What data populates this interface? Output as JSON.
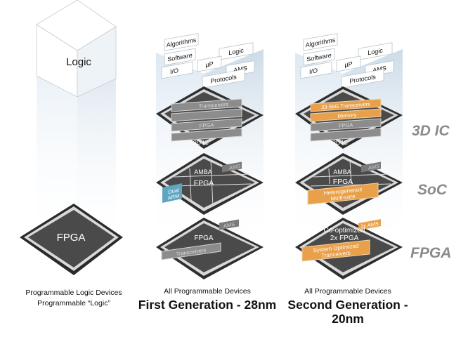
{
  "colors": {
    "chip_dark": "#4a4a4a",
    "chip_frame": "#dcdcdc",
    "bar_gray": "#8c8c8c",
    "accent_orange": "#e8a04a",
    "accent_blue": "#5fa5bf",
    "cube_light": "#e7f0f6",
    "side_label": "#8a8a8a"
  },
  "column1": {
    "logic_cube_label": "Logic",
    "chip_label": "FPGA",
    "caption_line1": "Programmable Logic Devices",
    "caption_line2": "Programmable “Logic”"
  },
  "column2": {
    "blocks": {
      "algorithms": "Algorithms",
      "logic": "Logic",
      "software": "Software",
      "up": "µP",
      "ams": "AMS",
      "io": "I/O",
      "protocols": "Protocols"
    },
    "ic3d": {
      "bar1": "Transceivers",
      "bar2": "FPGA",
      "label": "3D IC"
    },
    "soc": {
      "ams": "AMS",
      "amba": "AMBA",
      "fpga": "FPGA",
      "dual_arm": "Dual\nARM"
    },
    "fpga": {
      "ams": "AMS",
      "label": "FPGA",
      "transceivers": "Transceivers"
    },
    "caption_line1": "All Programmable Devices",
    "caption_line2": "First Generation - 28nm"
  },
  "column3": {
    "blocks": {
      "algorithms": "Algorithms",
      "logic": "Logic",
      "software": "Software",
      "up": "µP",
      "ams": "AMS",
      "io": "I/O",
      "protocols": "Protocols"
    },
    "ic3d": {
      "bar1": "33-56G Transceivers",
      "bar2": "Memory",
      "bar3": "FPGA",
      "label": "3D IC"
    },
    "soc": {
      "ams": "AMS",
      "amba": "AMBA",
      "fpga": "FPGA",
      "hetero": "Heterogeneous\nMulti-core"
    },
    "fpga": {
      "ams": "2x AMS",
      "label": "Co-optimized\n2x FPGA",
      "sys": "System Optimized\nTranceivers"
    },
    "caption_line1": "All Programmable Devices",
    "caption_line2": "Second Generation - 20nm"
  },
  "side_labels": {
    "ic3d": "3D IC",
    "soc": "SoC",
    "fpga": "FPGA"
  }
}
